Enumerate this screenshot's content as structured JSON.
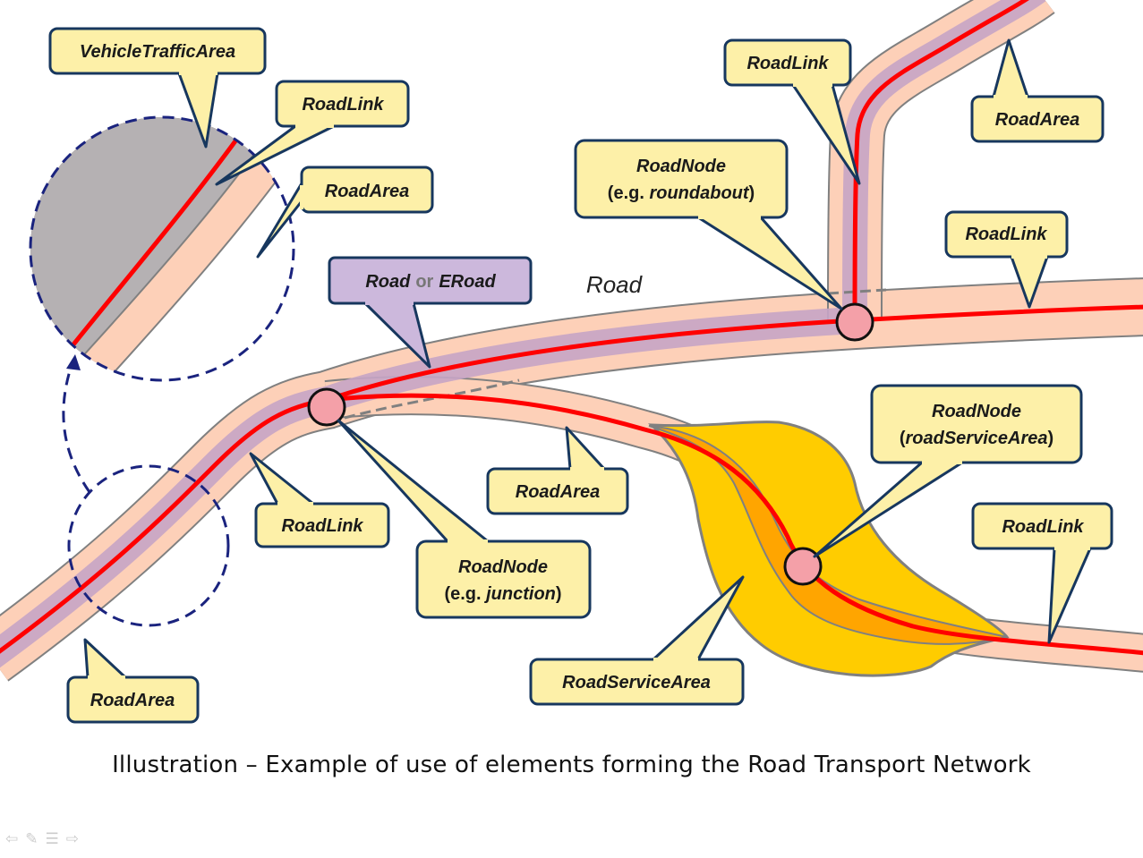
{
  "labels": {
    "vehicle_traffic_area": "VehicleTrafficArea",
    "zoom_road_link": "RoadLink",
    "zoom_road_area": "RoadArea",
    "road_or_eroad": {
      "road": "Road",
      "or": "or",
      "eroad": "ERoad"
    },
    "road": "Road",
    "top_road_link": "RoadLink",
    "top_road_area": "RoadArea",
    "roundabout_node": {
      "title": "RoadNode",
      "prefix": "(e.g. ",
      "term": "roundabout",
      "suffix": ")"
    },
    "right_road_link": "RoadLink",
    "left_road_link": "RoadLink",
    "junction_node": {
      "title": "RoadNode",
      "prefix": "(e.g. ",
      "term": "junction",
      "suffix": ")"
    },
    "middle_road_area": "RoadArea",
    "service_node": {
      "title": "RoadNode",
      "open": "(",
      "term": "roadServiceArea",
      "close": ")"
    },
    "lower_road_link": "RoadLink",
    "bottom_road_area": "RoadArea",
    "road_service_area": "RoadServiceArea"
  },
  "caption": "Illustration – Example of use of elements forming the Road Transport Network",
  "nav": {
    "back": "⇦",
    "pen": "✎",
    "menu": "☰",
    "forward": "⇨"
  },
  "colors": {
    "road_fill": "#fdd0b8",
    "road_core": "#c7a4c5",
    "road_outline": "#808080",
    "link_line": "#ff0000",
    "node_fill": "#f4a0a8",
    "service_area": "#ffcc00",
    "service_road": "#ffa500",
    "traffic_area": "#b5b1b3",
    "callout_fill": "#fdf0a8",
    "callout_stroke": "#17375e",
    "road_callout_fill": "#ccb8dc"
  }
}
